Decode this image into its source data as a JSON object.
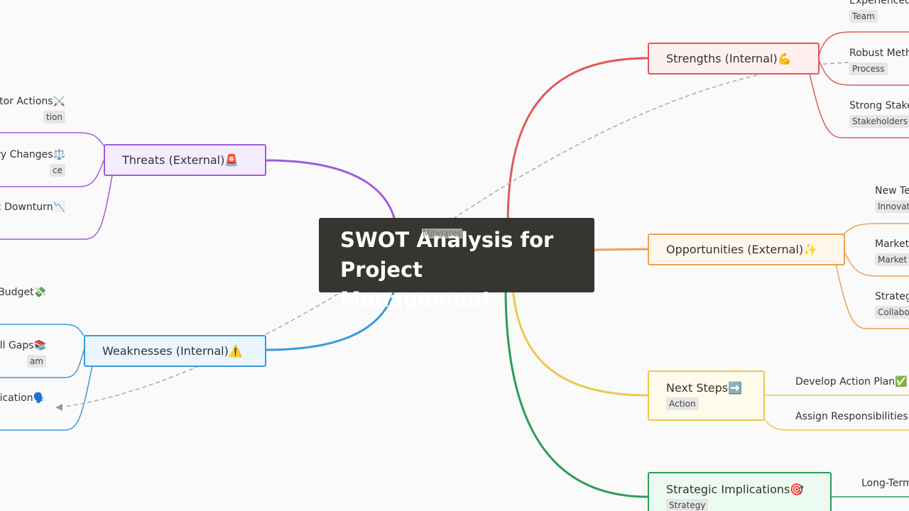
{
  "root": {
    "line1": "SWOT Analysis for",
    "line2": "Project Management"
  },
  "edge_label": "Mitigates",
  "colors": {
    "strengths": "#e05a5a",
    "opportunities": "#f0a050",
    "next_steps": "#ecc94b",
    "strategic": "#2e9a5a",
    "threats": "#a05ae0",
    "weaknesses": "#3a9ad9"
  },
  "branches": {
    "strengths": {
      "title": "Strengths (Internal)💪",
      "leaves": [
        {
          "text": "Experienced",
          "tag": "Team"
        },
        {
          "text": "Robust Meth",
          "tag": "Process"
        },
        {
          "text": "Strong Stake",
          "tag": "Stakeholders"
        }
      ]
    },
    "opportunities": {
      "title": "Opportunities (External)✨",
      "leaves": [
        {
          "text": "New Te",
          "tag": "Innovat"
        },
        {
          "text": "Market",
          "tag": "Market"
        },
        {
          "text": "Strateg",
          "tag": "Collabo"
        }
      ]
    },
    "next_steps": {
      "title": "Next Steps➡️",
      "tag": "Action",
      "leaves": [
        {
          "text": "Develop Action Plan✅"
        },
        {
          "text": "Assign Responsibilities"
        }
      ]
    },
    "strategic": {
      "title": "Strategic Implications🎯",
      "tag": "Strategy",
      "leaves": [
        {
          "text": "Long-Term"
        }
      ]
    },
    "threats": {
      "title": "Threats (External)🚨",
      "leaves": [
        {
          "text": "itor Actions⚔️",
          "tag": "tion"
        },
        {
          "text": "ry Changes⚖️",
          "tag": "ce"
        },
        {
          "text": "c Downturn📉"
        }
      ]
    },
    "weaknesses": {
      "title": "Weaknesses (Internal)⚠️",
      "leaves": [
        {
          "text": "Budget💸"
        },
        {
          "text": "ll Gaps📚",
          "tag": "am"
        },
        {
          "text": "ication🗣️"
        }
      ]
    }
  }
}
